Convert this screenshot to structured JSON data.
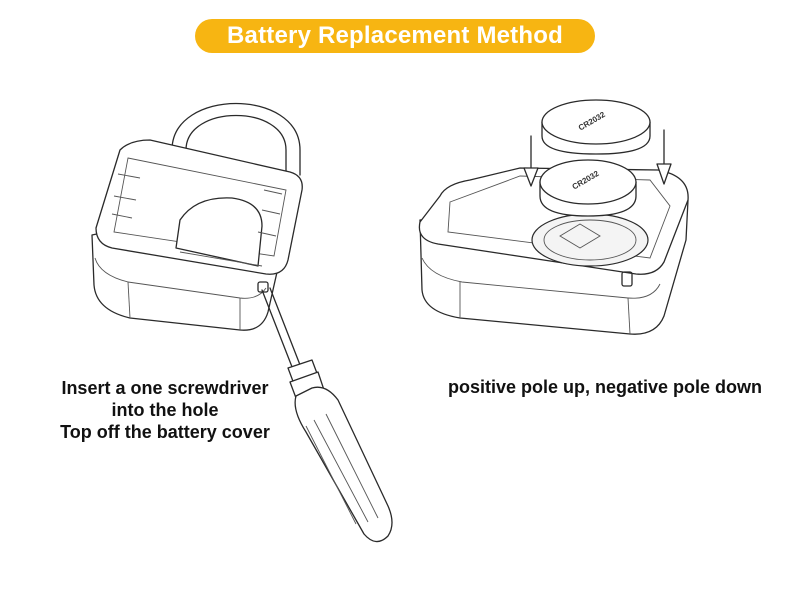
{
  "title": {
    "text": "Battery Replacement Method",
    "background": "#F7B512",
    "color": "#FFFFFF"
  },
  "steps": [
    {
      "lines": [
        "Insert a one screwdriver",
        "into the hole",
        "Top off the battery cover"
      ]
    },
    {
      "lines": [
        "positive pole up, negative pole down"
      ]
    }
  ],
  "illustrations": {
    "left": "padlock-with-screwdriver",
    "right": "open-case-with-coin-batteries"
  }
}
